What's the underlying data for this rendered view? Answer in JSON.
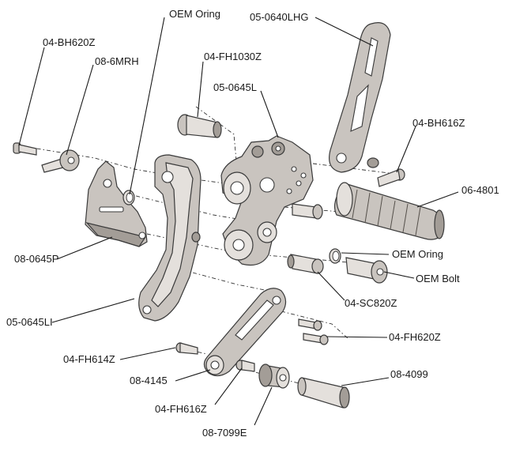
{
  "labels": {
    "oem_oring_top": "OEM Oring",
    "p05_0640lhg": "05-0640LHG",
    "p04_bh620z": "04-BH620Z",
    "p08_6mrh": "08-6MRH",
    "p04_fh1030z": "04-FH1030Z",
    "p05_0645l": "05-0645L",
    "p04_bh616z": "04-BH616Z",
    "p06_4801": "06-4801",
    "p08_0645p": "08-0645P",
    "oem_oring_right": "OEM Oring",
    "oem_bolt": "OEM Bolt",
    "p05_0645li": "05-0645LI",
    "p04_sc820z": "04-SC820Z",
    "p04_fh620z": "04-FH620Z",
    "p04_fh614z": "04-FH614Z",
    "p08_4145": "08-4145",
    "p08_4099": "08-4099",
    "p04_fh616z": "04-FH616Z",
    "p08_7099e": "08-7099E"
  }
}
